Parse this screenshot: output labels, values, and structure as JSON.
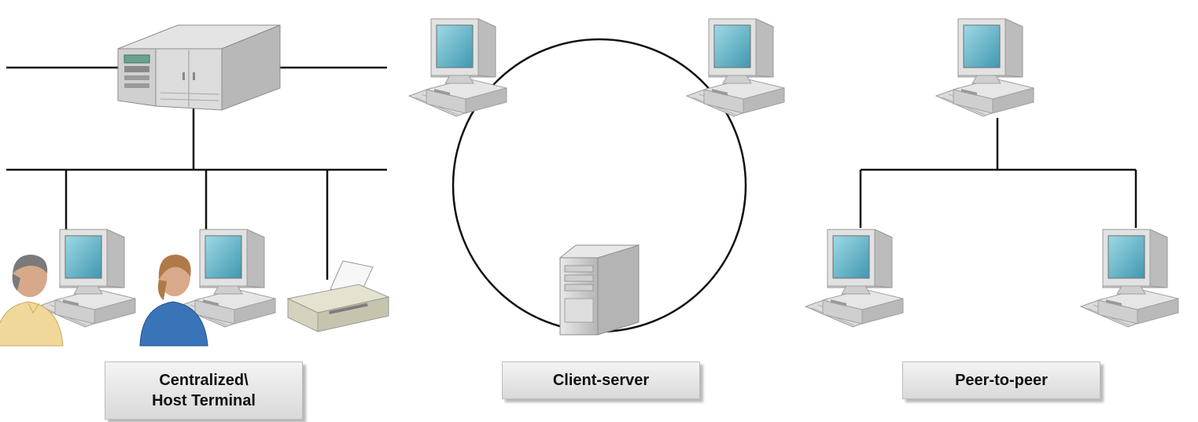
{
  "captions": {
    "centralized_line1": "Centralized\\",
    "centralized_line2": "Host Terminal",
    "client_server": "Client-server",
    "peer_to_peer": "Peer-to-peer"
  },
  "colors": {
    "line": "#111111",
    "monitor_case": "#d6d6d6",
    "screen": "#5fb4c8",
    "server_case": "#c9c9c9",
    "shirt_yellow": "#f0d89a",
    "shirt_blue": "#3a74b8"
  },
  "icons": [
    "mainframe-icon",
    "computer-icon",
    "tower-server-icon",
    "printer-icon",
    "person-icon"
  ]
}
